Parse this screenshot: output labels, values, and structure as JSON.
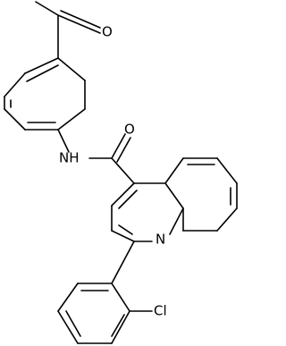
{
  "atoms": {
    "oxygen": "O",
    "amide_nitrogen": "NH",
    "quinoline_nitrogen": "N",
    "chlorine": "Cl"
  },
  "colors": {
    "line": "#000000",
    "text": "#000000",
    "background": "#ffffff"
  }
}
